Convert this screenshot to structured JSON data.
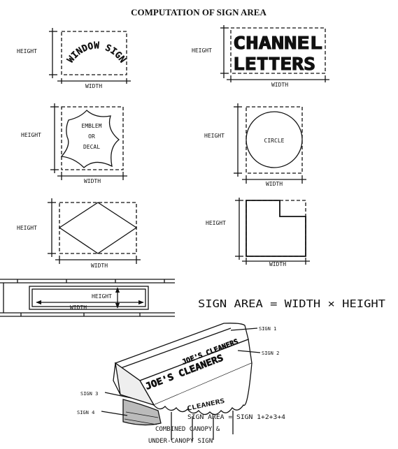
{
  "title": "COMPUTATION OF SIGN AREA",
  "labels": {
    "height": "HEIGHT",
    "width": "WIDTH"
  },
  "signs": {
    "window_sign": "WINDOW SIGN",
    "channel_line1": "CHANNEL",
    "channel_line2": "LETTERS",
    "emblem_line1": "EMBLEM",
    "emblem_line2": "OR",
    "emblem_line3": "DECAL",
    "circle": "CIRCLE"
  },
  "formula": "SIGN AREA = WIDTH × HEIGHT",
  "canopy": {
    "sign1": "SIGN 1",
    "sign2": "SIGN 2",
    "sign3": "SIGN 3",
    "sign4": "SIGN 4",
    "text_top": "JOE'S CLEANERS",
    "text_front": "JOE'S CLEANERS",
    "text_valance": "CLEANERS",
    "area": "SIGN AREA = SIGN 1+2+3+4",
    "caption1": "COMBINED CANOPY &",
    "caption2": "UNDER-CANOPY SIGN"
  }
}
